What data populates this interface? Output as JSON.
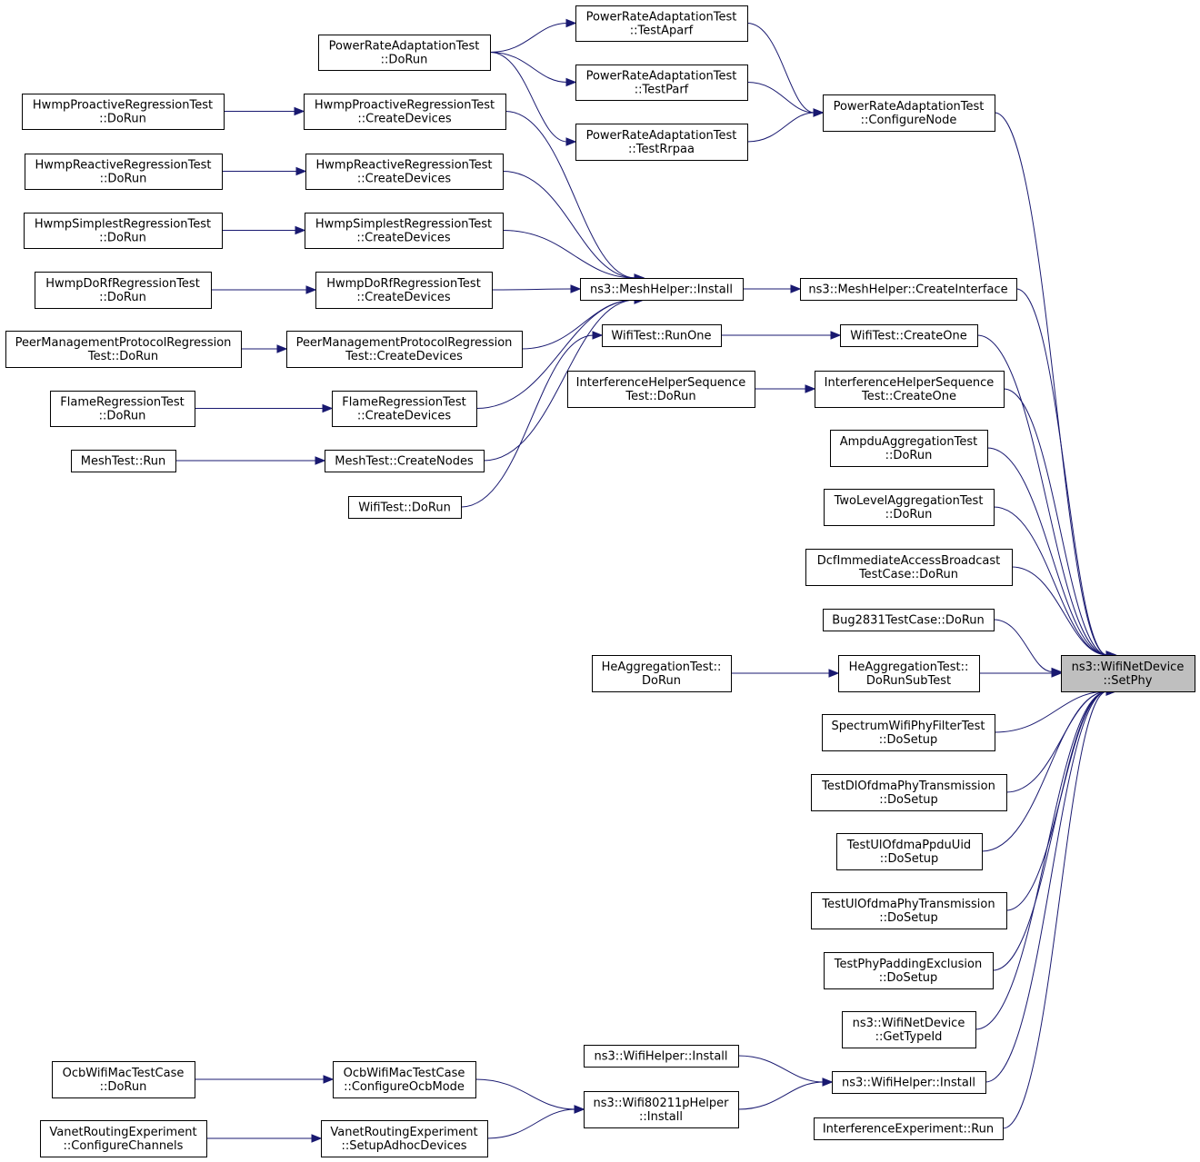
{
  "diagram": {
    "title": "",
    "colors": {
      "edge": "#191970",
      "root_fill": "#bfbfbf",
      "node_fill": "#ffffff",
      "node_border": "#000000"
    },
    "nodes": [
      {
        "id": "root",
        "lines": [
          "ns3::WifiNetDevice",
          "::SetPhy"
        ]
      },
      {
        "id": "pr_dorun",
        "lines": [
          "PowerRateAdaptationTest",
          "::DoRun"
        ]
      },
      {
        "id": "pr_aparf",
        "lines": [
          "PowerRateAdaptationTest",
          "::TestAparf"
        ]
      },
      {
        "id": "pr_parf",
        "lines": [
          "PowerRateAdaptationTest",
          "::TestParf"
        ]
      },
      {
        "id": "pr_rrpaa",
        "lines": [
          "PowerRateAdaptationTest",
          "::TestRrpaa"
        ]
      },
      {
        "id": "pr_config",
        "lines": [
          "PowerRateAdaptationTest",
          "::ConfigureNode"
        ]
      },
      {
        "id": "hpro_dorun",
        "lines": [
          "HwmpProactiveRegressionTest",
          "::DoRun"
        ]
      },
      {
        "id": "hpro_cd",
        "lines": [
          "HwmpProactiveRegressionTest",
          "::CreateDevices"
        ]
      },
      {
        "id": "hrea_dorun",
        "lines": [
          "HwmpReactiveRegressionTest",
          "::DoRun"
        ]
      },
      {
        "id": "hrea_cd",
        "lines": [
          "HwmpReactiveRegressionTest",
          "::CreateDevices"
        ]
      },
      {
        "id": "hsim_dorun",
        "lines": [
          "HwmpSimplestRegressionTest",
          "::DoRun"
        ]
      },
      {
        "id": "hsim_cd",
        "lines": [
          "HwmpSimplestRegressionTest",
          "::CreateDevices"
        ]
      },
      {
        "id": "hdorf_dorun",
        "lines": [
          "HwmpDoRfRegressionTest",
          "::DoRun"
        ]
      },
      {
        "id": "hdorf_cd",
        "lines": [
          "HwmpDoRfRegressionTest",
          "::CreateDevices"
        ]
      },
      {
        "id": "pmp_dorun",
        "lines": [
          "PeerManagementProtocolRegression",
          "Test::DoRun"
        ]
      },
      {
        "id": "pmp_cd",
        "lines": [
          "PeerManagementProtocolRegression",
          "Test::CreateDevices"
        ]
      },
      {
        "id": "flame_dorun",
        "lines": [
          "FlameRegressionTest",
          "::DoRun"
        ]
      },
      {
        "id": "flame_cd",
        "lines": [
          "FlameRegressionTest",
          "::CreateDevices"
        ]
      },
      {
        "id": "mesh_run",
        "lines": [
          "MeshTest::Run"
        ]
      },
      {
        "id": "mesh_cn",
        "lines": [
          "MeshTest::CreateNodes"
        ]
      },
      {
        "id": "wifitest_dorun",
        "lines": [
          "WifiTest::DoRun"
        ]
      },
      {
        "id": "meshhelper_install",
        "lines": [
          "ns3::MeshHelper::Install"
        ]
      },
      {
        "id": "meshhelper_ci",
        "lines": [
          "ns3::MeshHelper::CreateInterface"
        ]
      },
      {
        "id": "wifitest_runone",
        "lines": [
          "WifiTest::RunOne"
        ]
      },
      {
        "id": "wifitest_createone",
        "lines": [
          "WifiTest::CreateOne"
        ]
      },
      {
        "id": "ihs_dorun",
        "lines": [
          "InterferenceHelperSequence",
          "Test::DoRun"
        ]
      },
      {
        "id": "ihs_createone",
        "lines": [
          "InterferenceHelperSequence",
          "Test::CreateOne"
        ]
      },
      {
        "id": "ampdu",
        "lines": [
          "AmpduAggregationTest",
          "::DoRun"
        ]
      },
      {
        "id": "twolevel",
        "lines": [
          "TwoLevelAggregationTest",
          "::DoRun"
        ]
      },
      {
        "id": "dcf",
        "lines": [
          "DcfImmediateAccessBroadcast",
          "TestCase::DoRun"
        ]
      },
      {
        "id": "bug2831",
        "lines": [
          "Bug2831TestCase::DoRun"
        ]
      },
      {
        "id": "heagg_dorun",
        "lines": [
          "HeAggregationTest::",
          "DoRun"
        ]
      },
      {
        "id": "heagg_sub",
        "lines": [
          "HeAggregationTest::",
          "DoRunSubTest"
        ]
      },
      {
        "id": "spectrum",
        "lines": [
          "SpectrumWifiPhyFilterTest",
          "::DoSetup"
        ]
      },
      {
        "id": "dlofdma",
        "lines": [
          "TestDlOfdmaPhyTransmission",
          "::DoSetup"
        ]
      },
      {
        "id": "ulppdu",
        "lines": [
          "TestUlOfdmaPpduUid",
          "::DoSetup"
        ]
      },
      {
        "id": "ulofdma",
        "lines": [
          "TestUlOfdmaPhyTransmission",
          "::DoSetup"
        ]
      },
      {
        "id": "padding",
        "lines": [
          "TestPhyPaddingExclusion",
          "::DoSetup"
        ]
      },
      {
        "id": "gettypeid",
        "lines": [
          "ns3::WifiNetDevice",
          "::GetTypeId"
        ]
      },
      {
        "id": "wifihelper_install_a",
        "lines": [
          "ns3::WifiHelper::Install"
        ]
      },
      {
        "id": "wifihelper_install_b",
        "lines": [
          "ns3::WifiHelper::Install"
        ]
      },
      {
        "id": "ocb_dorun",
        "lines": [
          "OcbWifiMacTestCase",
          "::DoRun"
        ]
      },
      {
        "id": "ocb_config",
        "lines": [
          "OcbWifiMacTestCase",
          "::ConfigureOcbMode"
        ]
      },
      {
        "id": "w80211p",
        "lines": [
          "ns3::Wifi80211pHelper",
          "::Install"
        ]
      },
      {
        "id": "vanet_cc",
        "lines": [
          "VanetRoutingExperiment",
          "::ConfigureChannels"
        ]
      },
      {
        "id": "vanet_sad",
        "lines": [
          "VanetRoutingExperiment",
          "::SetupAdhocDevices"
        ]
      },
      {
        "id": "interf_run",
        "lines": [
          "InterferenceExperiment::Run"
        ]
      }
    ],
    "edges": [
      [
        "pr_dorun",
        "pr_aparf"
      ],
      [
        "pr_dorun",
        "pr_parf"
      ],
      [
        "pr_dorun",
        "pr_rrpaa"
      ],
      [
        "pr_aparf",
        "pr_config"
      ],
      [
        "pr_parf",
        "pr_config"
      ],
      [
        "pr_rrpaa",
        "pr_config"
      ],
      [
        "pr_config",
        "root"
      ],
      [
        "hpro_dorun",
        "hpro_cd"
      ],
      [
        "hrea_dorun",
        "hrea_cd"
      ],
      [
        "hsim_dorun",
        "hsim_cd"
      ],
      [
        "hdorf_dorun",
        "hdorf_cd"
      ],
      [
        "pmp_dorun",
        "pmp_cd"
      ],
      [
        "flame_dorun",
        "flame_cd"
      ],
      [
        "mesh_run",
        "mesh_cn"
      ],
      [
        "hpro_cd",
        "meshhelper_install"
      ],
      [
        "hrea_cd",
        "meshhelper_install"
      ],
      [
        "hsim_cd",
        "meshhelper_install"
      ],
      [
        "hdorf_cd",
        "meshhelper_install"
      ],
      [
        "pmp_cd",
        "meshhelper_install"
      ],
      [
        "flame_cd",
        "meshhelper_install"
      ],
      [
        "mesh_cn",
        "meshhelper_install"
      ],
      [
        "meshhelper_install",
        "meshhelper_ci"
      ],
      [
        "meshhelper_ci",
        "root"
      ],
      [
        "wifitest_dorun",
        "wifitest_runone"
      ],
      [
        "wifitest_runone",
        "wifitest_createone"
      ],
      [
        "wifitest_createone",
        "root"
      ],
      [
        "ihs_dorun",
        "ihs_createone"
      ],
      [
        "ihs_createone",
        "root"
      ],
      [
        "ampdu",
        "root"
      ],
      [
        "twolevel",
        "root"
      ],
      [
        "dcf",
        "root"
      ],
      [
        "bug2831",
        "root"
      ],
      [
        "heagg_dorun",
        "heagg_sub"
      ],
      [
        "heagg_sub",
        "root"
      ],
      [
        "spectrum",
        "root"
      ],
      [
        "dlofdma",
        "root"
      ],
      [
        "ulppdu",
        "root"
      ],
      [
        "ulofdma",
        "root"
      ],
      [
        "padding",
        "root"
      ],
      [
        "gettypeid",
        "root"
      ],
      [
        "wifihelper_install_a",
        "wifihelper_install_b"
      ],
      [
        "wifihelper_install_b",
        "root"
      ],
      [
        "ocb_dorun",
        "ocb_config"
      ],
      [
        "ocb_config",
        "w80211p"
      ],
      [
        "vanet_cc",
        "vanet_sad"
      ],
      [
        "vanet_sad",
        "w80211p"
      ],
      [
        "w80211p",
        "wifihelper_install_b"
      ],
      [
        "interf_run",
        "root"
      ]
    ]
  }
}
